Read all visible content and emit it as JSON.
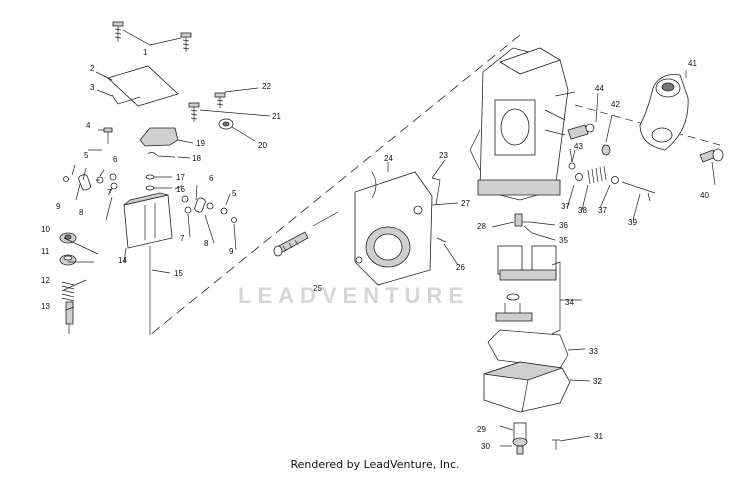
{
  "diagram": {
    "watermark": "LEADVENTURE",
    "footer": "Rendered by LeadVenture, Inc.",
    "callouts": [
      "1",
      "2",
      "3",
      "4",
      "5",
      "6",
      "7",
      "8",
      "9",
      "10",
      "11",
      "12",
      "13",
      "14",
      "15",
      "16",
      "17",
      "18",
      "19",
      "20",
      "21",
      "22",
      "23",
      "24",
      "25",
      "26",
      "27",
      "28",
      "29",
      "30",
      "31",
      "32",
      "33",
      "34",
      "35",
      "36",
      "37",
      "38",
      "39",
      "40",
      "41",
      "42",
      "43",
      "44"
    ]
  }
}
